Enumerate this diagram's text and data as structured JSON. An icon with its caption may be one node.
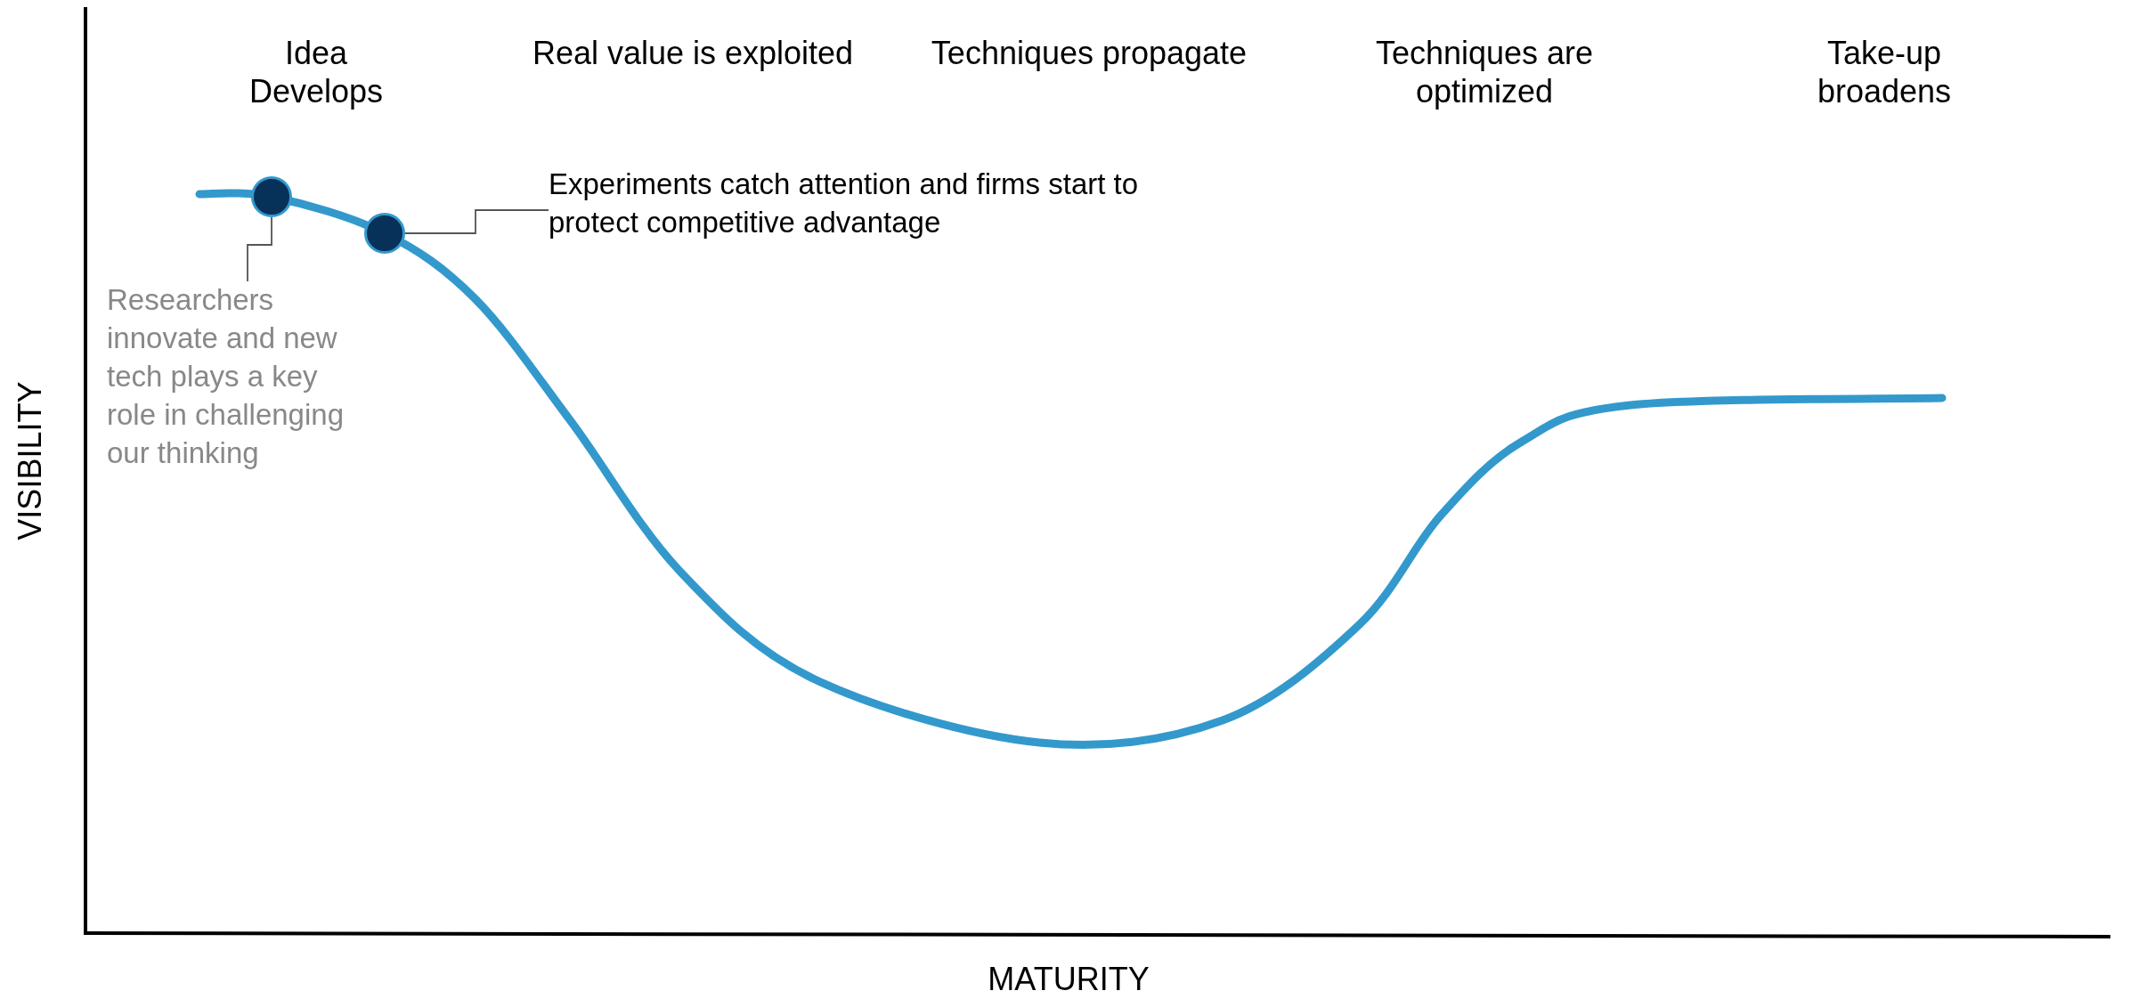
{
  "diagram": {
    "nodes": [
      {
        "text": [],
        "shape": "circle"
      },
      {
        "text": [],
        "shape": "circle"
      },
      {
        "text": [
          "Experiments catch attention and firms start to protect competitive advantage"
        ]
      },
      {
        "text": [
          "Researchers innovate and new tech plays a key role in challenging our thinking"
        ]
      }
    ],
    "edges": [
      {
        "from": 2,
        "to": 1,
        "arrow": "none"
      },
      {
        "from": 3,
        "to": 0,
        "arrow": "none"
      }
    ],
    "labels": [
      "Idea Develops",
      "Real value is exploited",
      "Techniques propagate",
      "Techniques are optimized",
      "Take-up broadens",
      "VISIBILITY",
      "MATURITY"
    ]
  }
}
